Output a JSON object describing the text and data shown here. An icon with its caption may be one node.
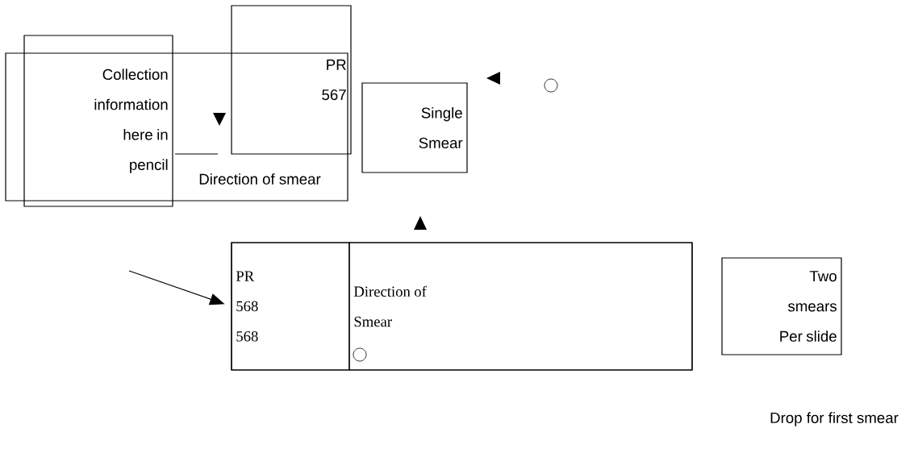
{
  "diagram": {
    "nodes": [
      {
        "text": [],
        "shape": "box"
      },
      {
        "text": [
          "Collection information here in pencil"
        ]
      },
      {
        "text": [
          "PR 567"
        ]
      },
      {
        "text": [
          "Single Smear"
        ]
      },
      {
        "text": [],
        "shape": "box"
      },
      {
        "text": [
          "PR 568 568"
        ],
        "in": 4
      },
      {
        "text": [
          "Direction of Smear"
        ],
        "in": 4
      },
      {
        "text": [
          "Two smears Per slide"
        ]
      },
      {
        "text": [],
        "shape": "circle"
      },
      {
        "text": [],
        "shape": "circle",
        "in": 6
      }
    ],
    "edges": [
      {
        "from": null,
        "to": 5,
        "arrow": "to"
      }
    ],
    "labels": [
      "Direction of smear",
      "Drop for first smear"
    ]
  }
}
